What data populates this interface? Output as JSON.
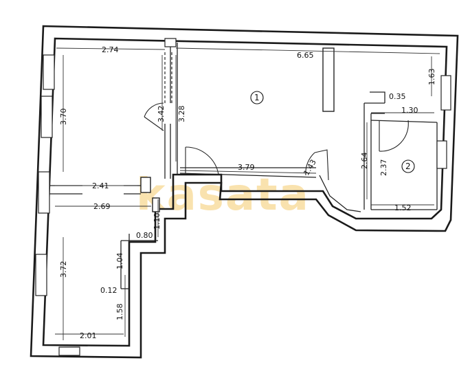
{
  "plan": {
    "watermark": "kasata",
    "rooms": [
      {
        "number": "1"
      },
      {
        "number": "2"
      }
    ],
    "dimensions": {
      "d_274": "2.74",
      "d_665": "6.65",
      "d_163": "1.63",
      "d_035": "0.35",
      "d_130": "1.30",
      "d_370": "3.70",
      "d_342": "3.42",
      "d_328": "3.28",
      "d_264": "2.64",
      "d_237": "2.37",
      "d_379": "3.79",
      "d_143": "1.43",
      "d_241": "2.41",
      "d_269": "2.69",
      "d_110": "1.10",
      "d_152": "1.52",
      "d_080": "0.80",
      "d_104": "1.04",
      "d_372": "3.72",
      "d_012": "0.12",
      "d_158": "1.58",
      "d_201": "2.01"
    }
  }
}
